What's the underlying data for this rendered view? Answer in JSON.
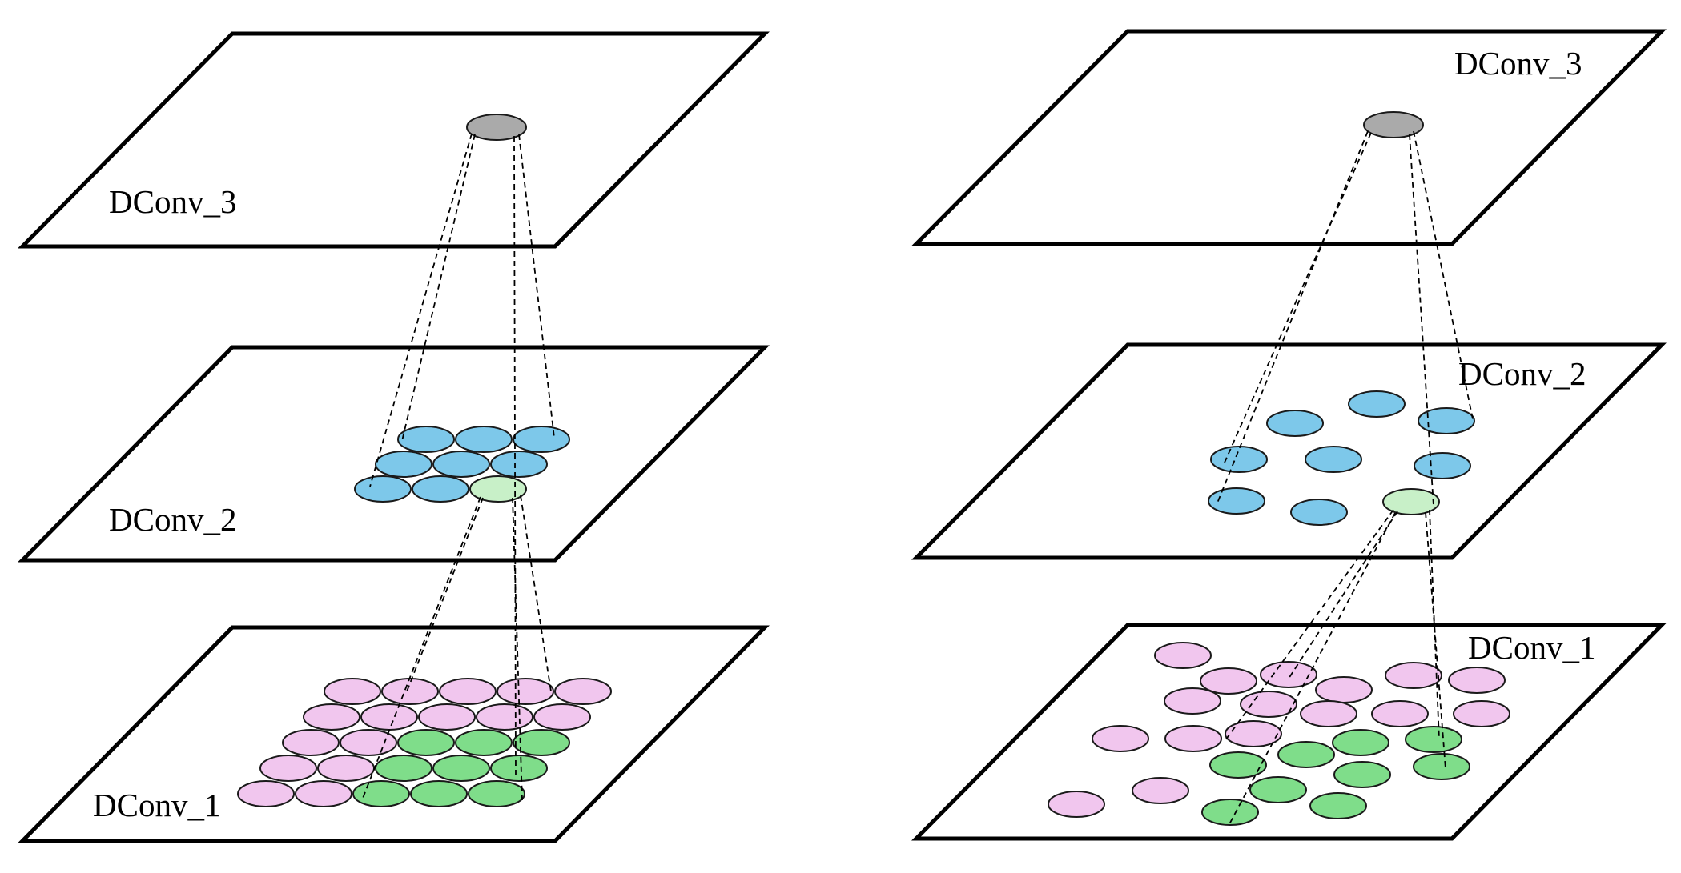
{
  "labels": {
    "left_dconv3": "DConv_3",
    "left_dconv2": "DConv_2",
    "left_dconv1": "DConv_1",
    "right_dconv3": "DConv_3",
    "right_dconv2": "DConv_2",
    "right_dconv1": "DConv_1"
  },
  "colors": {
    "output_unit": "#aaaaaa",
    "dconv2_unit": "#7dc8ea",
    "dconv2_selected": "#c8f0c8",
    "dconv1_unit": "#f1c6ee",
    "dconv1_receptive": "#7fdd8a",
    "layer_fill": "#ffffff",
    "layer_stroke": "#000000"
  },
  "icons": {
    "connection_line": "dashed-line",
    "unit": "ellipse"
  }
}
